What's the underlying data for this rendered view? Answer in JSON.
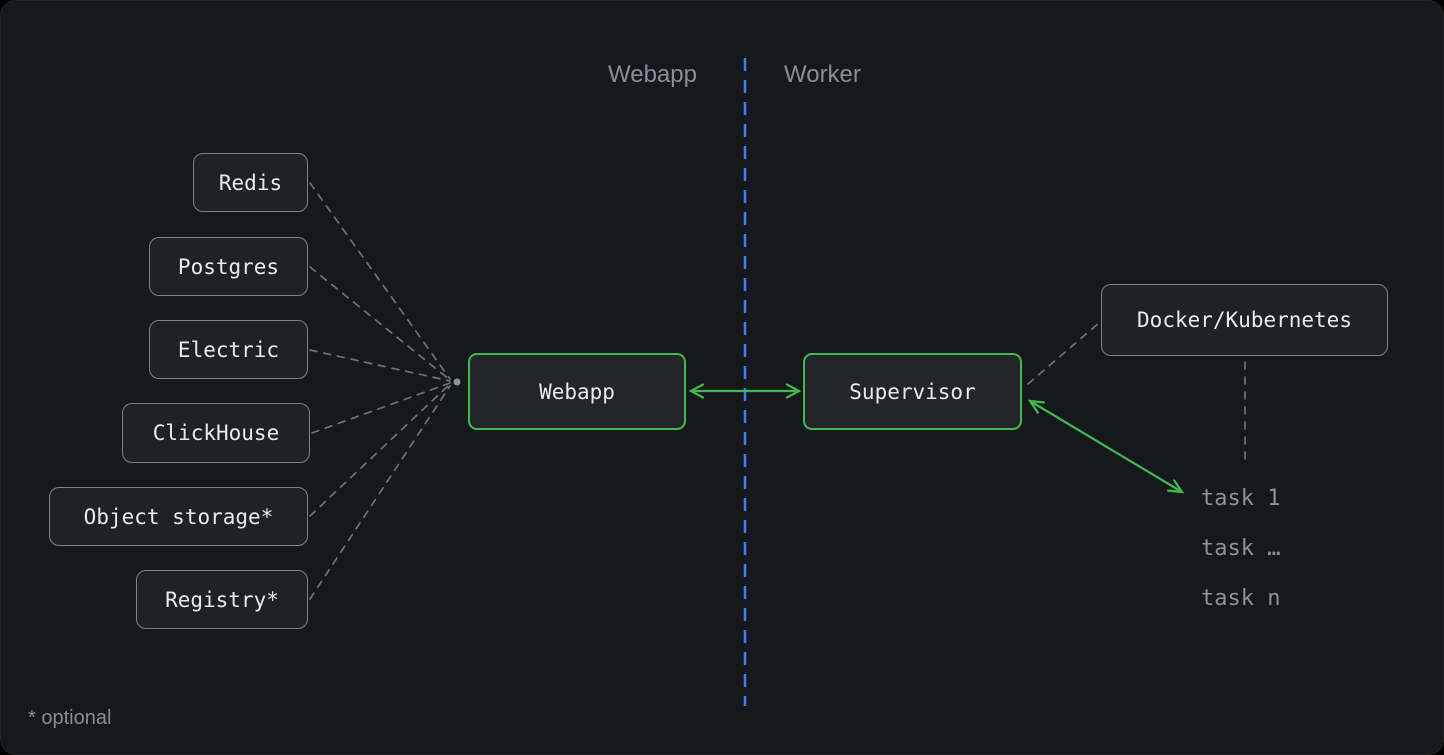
{
  "diagram": {
    "sections": {
      "left_label": "Webapp",
      "right_label": "Worker"
    },
    "dependencies": [
      {
        "label": "Redis"
      },
      {
        "label": "Postgres"
      },
      {
        "label": "Electric"
      },
      {
        "label": "ClickHouse"
      },
      {
        "label": "Object storage*"
      },
      {
        "label": "Registry*"
      }
    ],
    "nodes": {
      "webapp": {
        "label": "Webapp"
      },
      "supervisor": {
        "label": "Supervisor"
      },
      "runtime": {
        "label": "Docker/Kubernetes"
      }
    },
    "tasks": [
      {
        "label": "task 1"
      },
      {
        "label": "task …"
      },
      {
        "label": "task n"
      }
    ],
    "footnote": "* optional",
    "colors": {
      "card_background": "#17181c",
      "node_background": "#1f2126",
      "node_border_gray": "#7a828d",
      "accent_green": "#3fb950",
      "divider_blue": "#3b82f6",
      "connector_gray": "#6a727c",
      "text_primary": "#e8eaed",
      "text_muted": "#868e99"
    }
  }
}
